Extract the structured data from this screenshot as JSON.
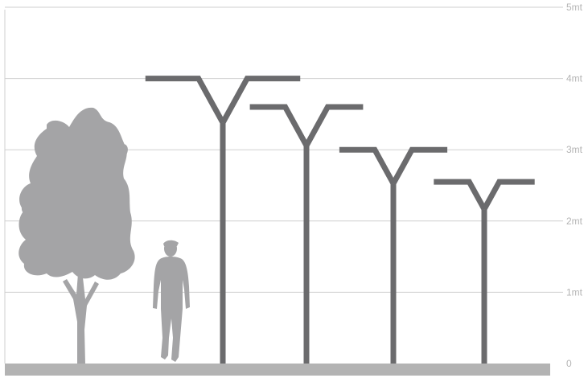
{
  "scale": {
    "unit": "mt",
    "labels": [
      {
        "value": 0,
        "text": "0"
      },
      {
        "value": 1,
        "text": "1mt"
      },
      {
        "value": 2,
        "text": "2mt"
      },
      {
        "value": 3,
        "text": "3mt"
      },
      {
        "value": 4,
        "text": "4mt"
      },
      {
        "value": 5,
        "text": "5mt"
      }
    ]
  },
  "colors": {
    "gridline": "#cfcfcf",
    "ground": "#b3b3b3",
    "lamp_post": "#6b6b6d",
    "silhouette": "#a4a4a6",
    "label": "#b4b4b4"
  },
  "lamp_posts": [
    {
      "name": "lamp-post-1",
      "height_mt": 4.0
    },
    {
      "name": "lamp-post-2",
      "height_mt": 3.6
    },
    {
      "name": "lamp-post-3",
      "height_mt": 3.0
    },
    {
      "name": "lamp-post-4",
      "height_mt": 2.55
    }
  ],
  "figures": [
    {
      "name": "tree-silhouette",
      "icon": "tree-icon"
    },
    {
      "name": "person-silhouette",
      "icon": "person-icon"
    }
  ]
}
